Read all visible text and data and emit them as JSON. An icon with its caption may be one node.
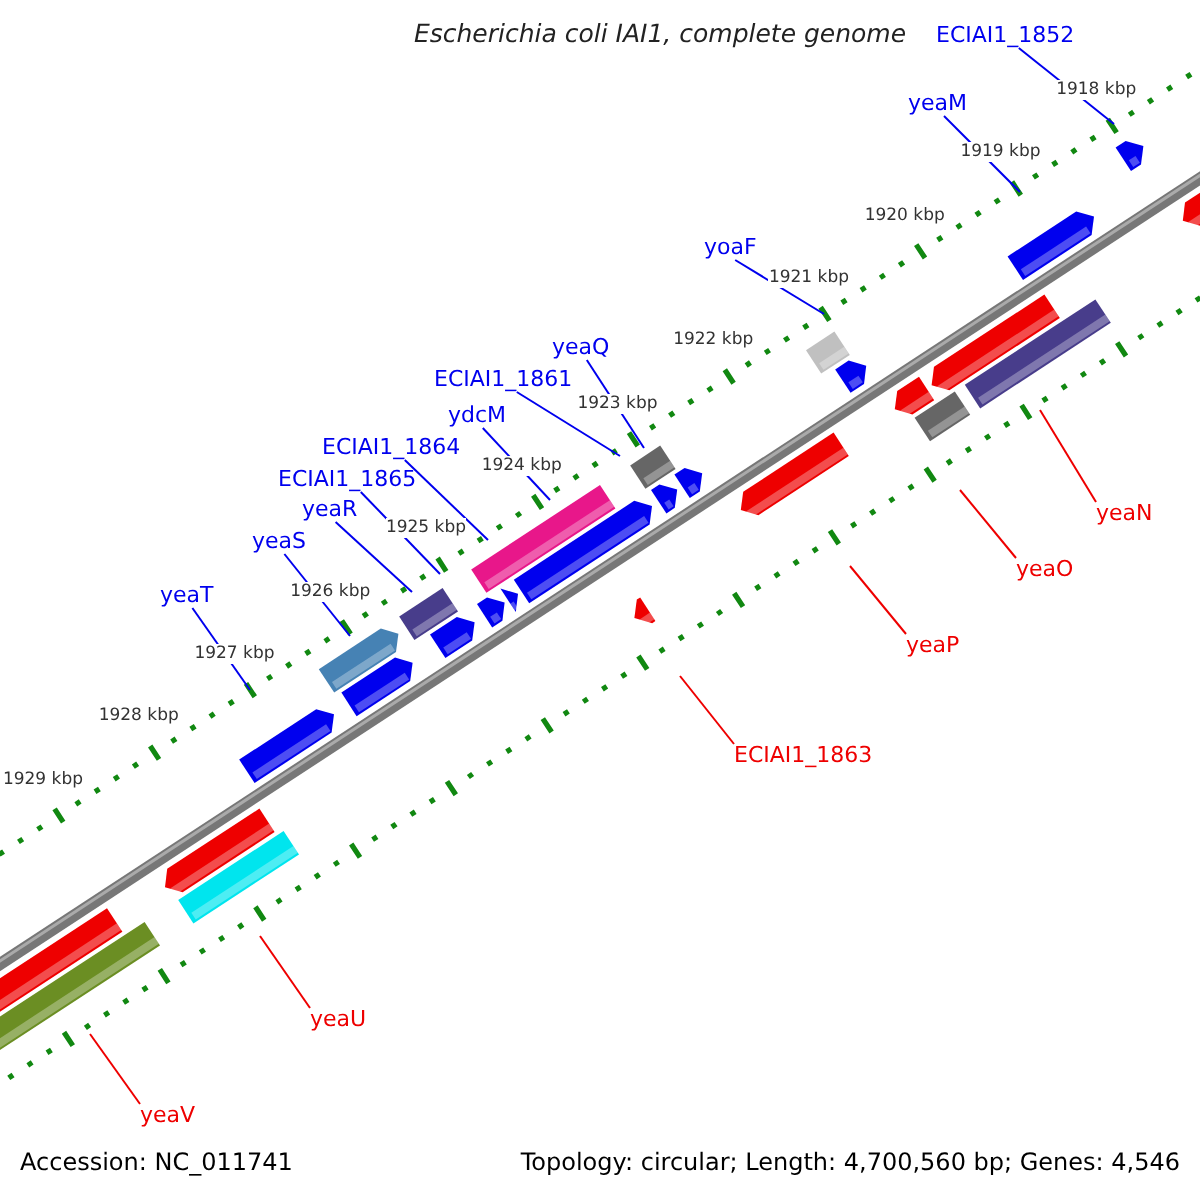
{
  "diagram": {
    "title": "Escherichia coli IAI1, complete genome",
    "nodes": [
      {
        "text": [
          "ECIAI1_1852"
        ]
      },
      {
        "text": [
          "yeaM"
        ]
      },
      {
        "text": [
          "yoaF"
        ]
      },
      {
        "text": [
          "yeaQ"
        ]
      },
      {
        "text": [
          "ECIAI1_1861"
        ]
      },
      {
        "text": [
          "ydcM"
        ]
      },
      {
        "text": [
          "ECIAI1_1864"
        ]
      },
      {
        "text": [
          "ECIAI1_1865"
        ]
      },
      {
        "text": [
          "yeaR"
        ]
      },
      {
        "text": [
          "yeaN"
        ]
      },
      {
        "text": [
          "yeaS"
        ]
      },
      {
        "text": [
          "yeaO"
        ]
      },
      {
        "text": [
          "yeaT"
        ]
      },
      {
        "text": [
          "yeaP"
        ]
      },
      {
        "text": [
          "ECIAI1_1863"
        ]
      },
      {
        "text": [
          "yeaU"
        ]
      },
      {
        "text": [
          "yeaV"
        ]
      }
    ],
    "edges": [
      {
        "from": 0,
        "to": null,
        "arrow": "none"
      },
      {
        "from": 1,
        "to": null,
        "arrow": "none"
      },
      {
        "from": 2,
        "to": null,
        "arrow": "none"
      },
      {
        "from": 3,
        "to": null,
        "arrow": "none"
      },
      {
        "from": 4,
        "to": null,
        "arrow": "none"
      },
      {
        "from": 5,
        "to": null,
        "arrow": "none"
      },
      {
        "from": 6,
        "to": null,
        "arrow": "none"
      },
      {
        "from": 7,
        "to": null,
        "arrow": "none"
      },
      {
        "from": 8,
        "to": null,
        "arrow": "none"
      },
      {
        "from": 9,
        "to": null,
        "arrow": "none",
        "color": "#ee0000"
      },
      {
        "from": 10,
        "to": null,
        "arrow": "none"
      },
      {
        "from": 11,
        "to": null,
        "arrow": "none",
        "color": "#ee0000"
      },
      {
        "from": 12,
        "to": null,
        "arrow": "none"
      },
      {
        "from": 13,
        "to": null,
        "arrow": "none",
        "color": "#ee0000"
      },
      {
        "from": 14,
        "to": null,
        "arrow": "none",
        "color": "#ee0000"
      },
      {
        "from": 15,
        "to": null,
        "arrow": "none",
        "color": "#ee0000"
      },
      {
        "from": 16,
        "to": null,
        "arrow": "none",
        "color": "#ee0000"
      }
    ],
    "labels": [
      "1918 kbp",
      "1919 kbp",
      "1920 kbp",
      "1921 kbp",
      "1922 kbp",
      "1923 kbp",
      "1924 kbp",
      "1925 kbp",
      "1926 kbp",
      "1927 kbp",
      "1928 kbp",
      "1929 kbp",
      "Accession: NC_011741",
      "Topology: circular; Length: 4,700,560 bp; Genes: 4,546"
    ]
  }
}
